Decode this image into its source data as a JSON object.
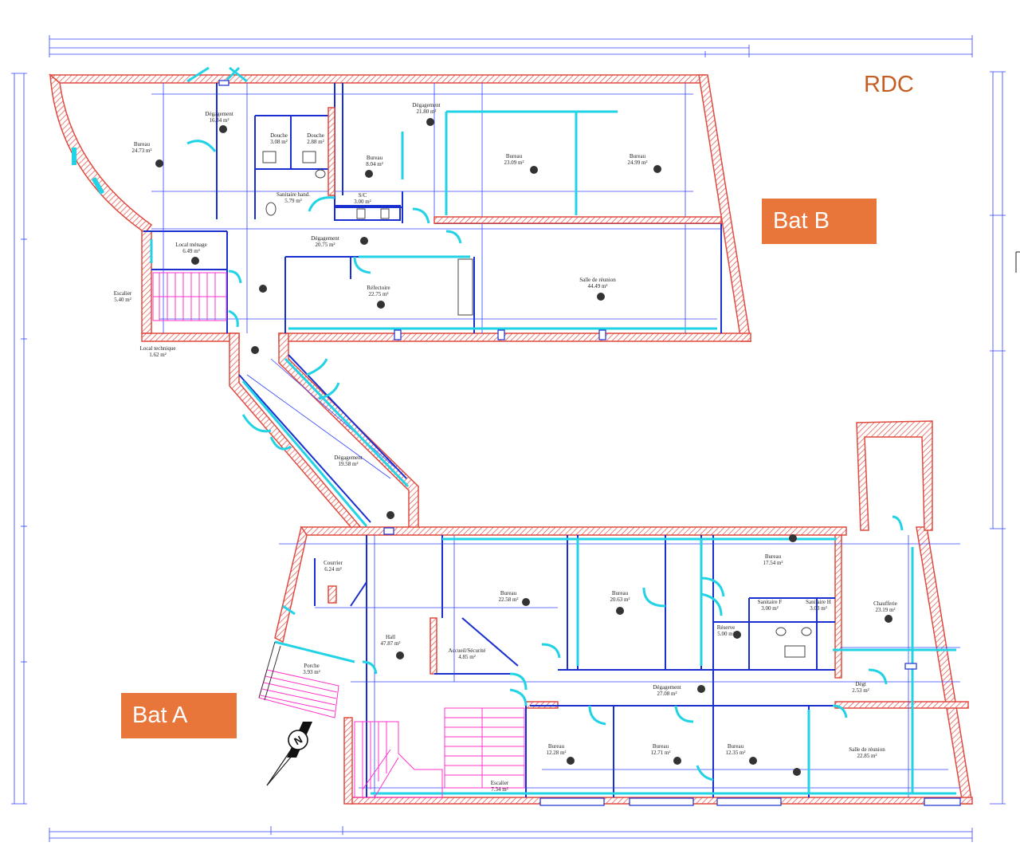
{
  "level_label": "RDC",
  "buildings": {
    "bat_b": "Bat B",
    "bat_a": "Bat A"
  },
  "colors": {
    "wall": "#d9534f",
    "partition": "#1a2fd0",
    "window": "#22d3e6",
    "stairs": "#ff33cc",
    "tag": "#e8753a",
    "level_text": "#c45f23"
  },
  "rooms_b": [
    {
      "id": "bureau-1",
      "name": "Bureau",
      "area": "24.73 m²"
    },
    {
      "id": "degagement-1",
      "name": "Dégagement",
      "area": "16.34 m²"
    },
    {
      "id": "douche-1",
      "name": "Douche",
      "area": "3.08 m²"
    },
    {
      "id": "douche-2",
      "name": "Douche",
      "area": "2.88 m²"
    },
    {
      "id": "sanitaire-hand",
      "name": "Sanitaire hand.",
      "area": "5.79 m²"
    },
    {
      "id": "wc",
      "name": "S/C",
      "area": "3.00 m²"
    },
    {
      "id": "bureau-2",
      "name": "Bureau",
      "area": "8.04 m²"
    },
    {
      "id": "degagement-2",
      "name": "Dégagement",
      "area": "21.80 m²"
    },
    {
      "id": "bureau-3",
      "name": "Bureau",
      "area": "23.09 m²"
    },
    {
      "id": "bureau-4",
      "name": "Bureau",
      "area": "24.99 m²"
    },
    {
      "id": "local-menage",
      "name": "Local ménage",
      "area": "6.49 m²"
    },
    {
      "id": "degagement-3",
      "name": "Dégagement",
      "area": "20.75 m²"
    },
    {
      "id": "refectoire",
      "name": "Réfectoire",
      "area": "22.75 m²"
    },
    {
      "id": "salle-reunion-1",
      "name": "Salle de réunion",
      "area": "44.49 m²"
    },
    {
      "id": "escalier-1",
      "name": "Escalier",
      "area": "5.40 m²"
    },
    {
      "id": "local-technique",
      "name": "Local technique",
      "area": "1.62 m²"
    },
    {
      "id": "degagement-4",
      "name": "Dégagement",
      "area": "19.58 m²"
    }
  ],
  "rooms_a": [
    {
      "id": "courrier",
      "name": "Courrier",
      "area": "6.24 m²"
    },
    {
      "id": "porche",
      "name": "Porche",
      "area": "3.93 m²"
    },
    {
      "id": "hall",
      "name": "Hall",
      "area": "47.87 m²"
    },
    {
      "id": "accueil",
      "name": "Accueil/Sécurité",
      "area": "4.85 m²"
    },
    {
      "id": "bureau-5",
      "name": "Bureau",
      "area": "22.58 m²"
    },
    {
      "id": "bureau-6",
      "name": "Bureau",
      "area": "20.63 m²"
    },
    {
      "id": "bureau-7",
      "name": "Bureau",
      "area": "17.54 m²"
    },
    {
      "id": "sanitaire-f",
      "name": "Sanitaire F",
      "area": "3.00 m²"
    },
    {
      "id": "sanitaire-h",
      "name": "Sanitaire H",
      "area": "3.03 m²"
    },
    {
      "id": "chaufferie",
      "name": "Chaufferie",
      "area": "23.19 m²"
    },
    {
      "id": "reserve",
      "name": "Réserve",
      "area": "5.00 m²"
    },
    {
      "id": "degagement-5",
      "name": "Dégagement",
      "area": "27.08 m²"
    },
    {
      "id": "degt",
      "name": "Dégt",
      "area": "2.53 m²"
    },
    {
      "id": "bureau-8",
      "name": "Bureau",
      "area": "12.28 m²"
    },
    {
      "id": "bureau-9",
      "name": "Bureau",
      "area": "12.71 m²"
    },
    {
      "id": "bureau-10",
      "name": "Bureau",
      "area": "12.35 m²"
    },
    {
      "id": "salle-reunion-2",
      "name": "Salle de réunion",
      "area": "22.85 m²"
    },
    {
      "id": "escalier-2",
      "name": "Escalier",
      "area": "7.34 m²"
    }
  ],
  "compass": {
    "letter": "N"
  }
}
